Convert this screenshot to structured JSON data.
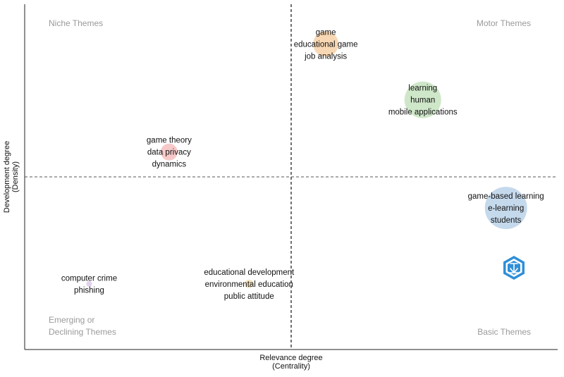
{
  "chart_data": {
    "type": "scatter",
    "xlabel_lines": [
      "Relevance degree",
      "(Centrality)"
    ],
    "ylabel_lines": [
      "Development degree",
      "(Density)"
    ],
    "quadrants": {
      "top_left": [
        "Niche Themes"
      ],
      "top_right": [
        "Motor Themes"
      ],
      "bottom_left": [
        "Emerging or",
        "Declining Themes"
      ],
      "bottom_right": [
        "Basic Themes"
      ]
    },
    "axis_lines": {
      "x": 0.5,
      "y": 0.5
    },
    "xlim": [
      0,
      1
    ],
    "ylim": [
      0,
      1
    ],
    "clusters": [
      {
        "x": 0.565,
        "y": 0.885,
        "size": 18,
        "color": "#f8d8b4",
        "labels": [
          "game",
          "educational game",
          "job analysis"
        ]
      },
      {
        "x": 0.747,
        "y": 0.723,
        "size": 26,
        "color": "#cfe7c9",
        "labels": [
          "learning",
          "human",
          "mobile applications"
        ]
      },
      {
        "x": 0.271,
        "y": 0.572,
        "size": 12,
        "color": "#f7c9c9",
        "labels": [
          "game theory",
          "data privacy",
          "dynamics"
        ]
      },
      {
        "x": 0.903,
        "y": 0.41,
        "size": 30,
        "color": "#c5d9ec",
        "labels": [
          "game-based learning",
          "e-learning",
          "students"
        ]
      },
      {
        "x": 0.121,
        "y": 0.19,
        "size": 4,
        "color": "#e1d2ee",
        "labels": [
          "computer crime",
          "phishing"
        ]
      },
      {
        "x": 0.421,
        "y": 0.19,
        "size": 6,
        "color": "#f6e4c2",
        "labels": [
          "educational development",
          "environmental education",
          "public attitude"
        ]
      }
    ]
  }
}
